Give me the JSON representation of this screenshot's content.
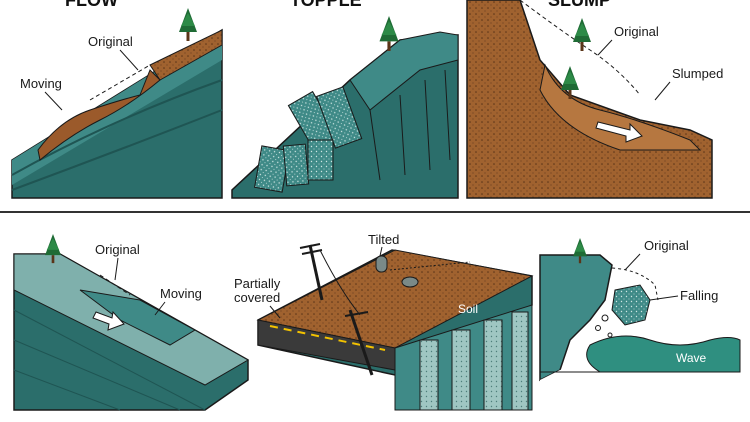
{
  "titles": {
    "flow": "FLOW",
    "topple": "TOPPLE",
    "slump": "SLUMP"
  },
  "panels": {
    "flow": {
      "label_original": "Original",
      "label_moving": "Moving"
    },
    "slump": {
      "label_original": "Original",
      "label_slumped": "Slumped"
    },
    "slide": {
      "label_original": "Original",
      "label_moving": "Moving"
    },
    "creep": {
      "label_tilted": "Tilted",
      "label_partially_1": "Partially",
      "label_partially_2": "covered",
      "label_soil": "Soil"
    },
    "fall": {
      "label_original": "Original",
      "label_falling": "Falling",
      "label_wave": "Wave"
    }
  },
  "colors": {
    "rock_teal": "#3f8a87",
    "rock_dark": "#1f5553",
    "soil_brown": "#a0622f",
    "soil_light": "#c4844a",
    "tree_green": "#1f6b35",
    "water": "#2f8f80"
  }
}
